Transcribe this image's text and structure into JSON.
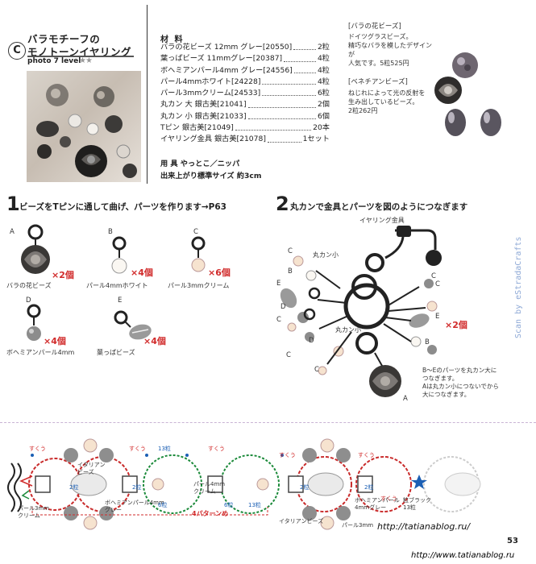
{
  "header": {
    "badge": "C",
    "title_line1": "バラモチーフの",
    "title_line2": "モノトーンイヤリング",
    "photo_tag": "photo 7  level",
    "level_stars": "★★"
  },
  "materials": {
    "heading": "材 料",
    "items": [
      {
        "name": "バラの花ビーズ 12mm グレー[20550]",
        "qty": "2粒"
      },
      {
        "name": "葉っぱビーズ 11mmグレー[20387]",
        "qty": "4粒"
      },
      {
        "name": "ボヘミアンパール4mm グレー[24556]",
        "qty": "4粒"
      },
      {
        "name": "パール4mmホワイト[24228]",
        "qty": "4粒"
      },
      {
        "name": "パール3mmクリーム[24533]",
        "qty": "6粒"
      },
      {
        "name": "丸カン 大 銀古美[21041]",
        "qty": "2個"
      },
      {
        "name": "丸カン 小 銀古美[21033]",
        "qty": "6個"
      },
      {
        "name": "Tピン 銀古美[21049]",
        "qty": "20本"
      },
      {
        "name": "イヤリング金具 銀古美[21078]",
        "qty": "1セット"
      }
    ],
    "tools": "用 具 やっとこ／ニッパ",
    "size": "出来上がり標準サイズ 約3cm"
  },
  "notes": [
    {
      "title": "[バラの花ビーズ]",
      "lines": [
        "ドイツグラスビーズ。",
        "精巧なバラを模したデザインが",
        "人気です。5粒525円"
      ]
    },
    {
      "title": "[ベネチアンビーズ]",
      "lines": [
        "ねじれによって光の反射を",
        "生み出しているビーズ。",
        "2粒262円"
      ]
    }
  ],
  "step1": {
    "num": "1",
    "text": "ビーズをTピンに通して曲げ、パーツを作ります→P63",
    "parts": [
      {
        "letter": "A",
        "label": "バラの花ビーズ",
        "count": "×2個"
      },
      {
        "letter": "B",
        "label": "パール4mmホワイト",
        "count": "×4個"
      },
      {
        "letter": "C",
        "label": "パール3mmクリーム",
        "count": "×6個"
      },
      {
        "letter": "D",
        "label": "ボヘミアンパール4mm",
        "count": "×4個"
      },
      {
        "letter": "E",
        "label": "葉っぱビーズ",
        "count": "×4個"
      }
    ]
  },
  "step2": {
    "num": "2",
    "text": "丸カンで金具とパーツを図のようにつなぎます",
    "earring_label": "イヤリング金具",
    "small_ring_top": "丸カン小",
    "big_ring": "丸カン大",
    "small_ring_bottom": "丸カン小",
    "count": "×2個",
    "letters": [
      "C",
      "B",
      "E",
      "D",
      "C",
      "C",
      "C",
      "E",
      "B",
      "C",
      "D",
      "C",
      "A"
    ],
    "note_lines": [
      "B〜Eのパーツを丸カン大に",
      "つなぎます。",
      "Aは丸カン小につないでから",
      "大につなぎます。"
    ]
  },
  "bracelet": {
    "suku_labels": [
      "すくう",
      "すくう",
      "すくう",
      "すくう",
      "すくう",
      "すくう"
    ],
    "italian": "イタリアン\nビーズ",
    "pearl_3mm": "パール3mm\nクリーム",
    "bohemian_1": "ボヘミアンパール4mm\nグレー",
    "pearl_4mm_cream": "パール4mm\nクリーム",
    "pattern": "4パターンめ",
    "counts": [
      "13粒",
      "6粒",
      "13粒",
      "6粒",
      "2粒",
      "2粒",
      "2粒",
      "2粒"
    ],
    "italian_bottom": "イタリアンビーズ",
    "pearl_3mm_bottom": "パール3mm",
    "bohemian_2": "ボヘミアンパール\n4mmグレー",
    "black_beads": "粒ブラック\n13粒"
  },
  "page_number": "53",
  "blog_url": "http://tatianablog.ru/",
  "footer_url": "http://www.tatianablog.ru",
  "watermark": "Scan by eStradaCrafts"
}
